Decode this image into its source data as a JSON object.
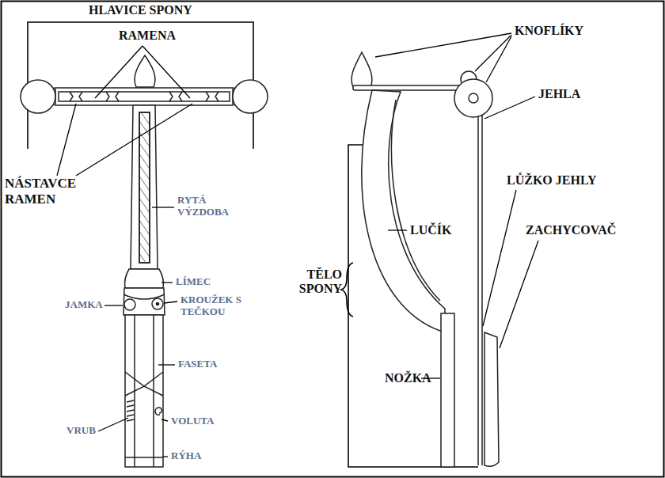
{
  "diagram": {
    "labels": [
      "HLAVICE SPONY",
      "RAMENA",
      "NÁSTAVCE RAMEN",
      "RYTÁ VÝZDOBA",
      "LÍMEC",
      "JAMKA",
      "KROUŽEK S TEČKOU",
      "FASETA",
      "VRUB",
      "VOLUTA",
      "RÝHA",
      "KNOFLÍKY",
      "JEHLA",
      "LUČÍK",
      "LŮŽKO JEHLY",
      "TĚLO SPONY",
      "ZACHYCOVAČ",
      "NOŽKA"
    ]
  }
}
